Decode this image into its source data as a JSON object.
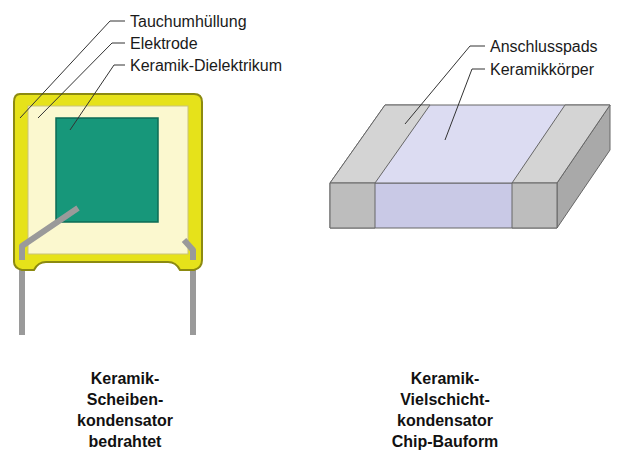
{
  "diagram": {
    "labels": [
      "Tauchumhüllung",
      "Elektrode",
      "Keramik-Dielektrikum",
      "Anschlusspads",
      "Keramikkörper",
      "Keramik- Scheiben- kondensator bedrahtet",
      "Keramik- Vielschicht- kondensator Chip-Bauform"
    ]
  }
}
